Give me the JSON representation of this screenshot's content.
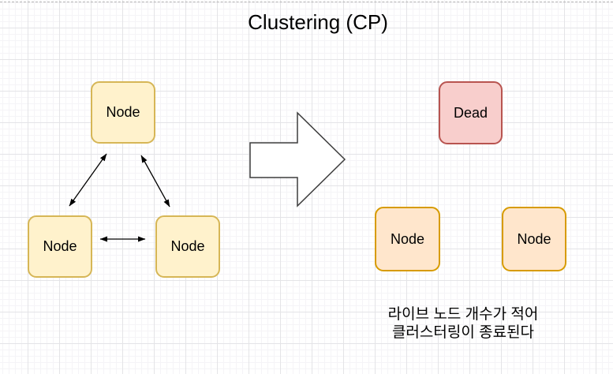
{
  "title": "Clustering (CP)",
  "left_cluster": {
    "node_top": {
      "label": "Node"
    },
    "node_bottom_left": {
      "label": "Node"
    },
    "node_bottom_right": {
      "label": "Node"
    },
    "fill": "#FFF2CC",
    "border": "#D6B656"
  },
  "right_cluster": {
    "dead_node": {
      "label": "Dead",
      "fill": "#F8CECC",
      "border": "#B85450"
    },
    "live_node_left": {
      "label": "Node"
    },
    "live_node_right": {
      "label": "Node"
    },
    "fill": "#FFE6CC",
    "border": "#D79B00"
  },
  "caption": {
    "line1": "라이브 노드 개수가 적어",
    "line2": "클러스터링이 종료된다"
  }
}
